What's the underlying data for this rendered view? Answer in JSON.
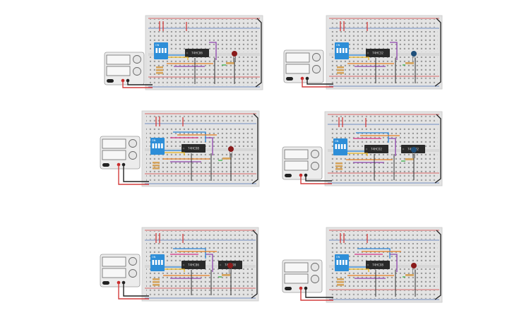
{
  "circuits": [
    {
      "id": "circuit-1",
      "chips": [
        "74HC86"
      ],
      "dip_label": "ON",
      "led_color": "#8a1c1c"
    },
    {
      "id": "circuit-2",
      "chips": [
        "74HC32"
      ],
      "dip_label": "ON",
      "led_color": "#1f4f7a"
    },
    {
      "id": "circuit-3",
      "chips": [
        "74HC08"
      ],
      "dip_label": "ON",
      "led_color": "#8a1c1c"
    },
    {
      "id": "circuit-4",
      "chips": [
        "74HC02",
        "74HC02"
      ],
      "dip_label": "ON",
      "led_color": "#1f4f7a"
    },
    {
      "id": "circuit-5",
      "chips": [
        "74HC86",
        "74HC08"
      ],
      "dip_label": "ON",
      "led_color": "#8a1c1c"
    },
    {
      "id": "circuit-6",
      "chips": [
        "74HC08"
      ],
      "dip_label": "ON",
      "led_color": "#8a1c1c"
    }
  ],
  "colors": {
    "breadboard": "#e3e3e3",
    "rail_red": "#d33d3d",
    "rail_blue": "#4a6fb5",
    "dip_switch": "#2d8ed8",
    "chip_body": "#2a2a2a",
    "wire_palette": [
      "#e8b420",
      "#2e86d6",
      "#8e44ad",
      "#3bb34a",
      "#e67e22",
      "#d63384"
    ]
  }
}
